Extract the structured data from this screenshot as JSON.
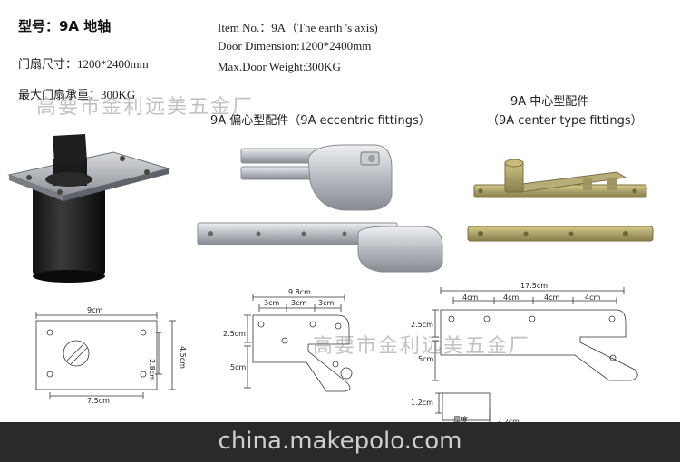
{
  "header": {
    "model_title": "型号：9A 地轴",
    "door_size_cn": "门扇尺寸：1200*2400mm",
    "max_weight_cn": "最大门扇承重：300KG",
    "item_no": "Item No.：9A（The earth 's axis)",
    "door_dimension": "Door Dimension:1200*2400mm",
    "max_door_weight": "Max.Door Weight:300KG"
  },
  "watermarks": {
    "top": "高要市金利远美五金厂",
    "bottom": "高要市金利远美五金厂"
  },
  "captions": {
    "eccentric": "9A 偏心型配件（9A eccentric fittings）",
    "center_cn": "9A 中心型配件",
    "center_en": "（9A center type fittings）"
  },
  "dims_left": {
    "width": "9cm",
    "hole_span": "7.5cm",
    "inner_height": "2.8cm",
    "outer_height": "4.5cm"
  },
  "dims_mid": {
    "total": "9.8cm",
    "seg1": "3cm",
    "seg2": "3cm",
    "seg3": "3cm",
    "h1": "2.5cm",
    "h2": "5cm"
  },
  "dims_right": {
    "total": "17.5cm",
    "seg1": "4cm",
    "seg2": "4cm",
    "seg3": "4cm",
    "seg4": "4cm",
    "h1": "2.5cm",
    "h2": "5cm",
    "h3": "1.2cm",
    "label_thick": "厚度",
    "h4": "2.2cm"
  },
  "footer": {
    "site": "china.makepolo.com"
  }
}
